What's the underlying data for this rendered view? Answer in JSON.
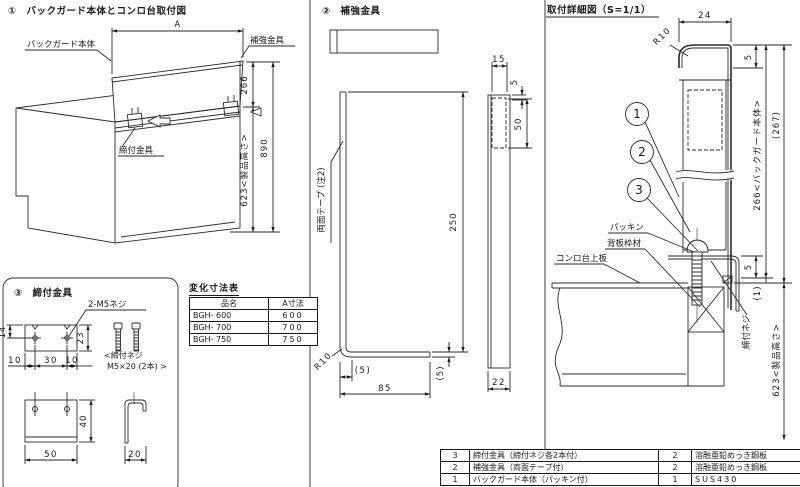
{
  "s1": {
    "title": "①　バックガード本体とコンロ台取付図",
    "backguard": "バックガード本体",
    "reinforce": "補強金具",
    "clamp": "締付金具",
    "dim_a": "A",
    "dim_266": "266",
    "dim_623": "623<製品高さ>",
    "dim_890": "890"
  },
  "s2": {
    "title": "②　補強金具",
    "tape": "両面テープ (注2)",
    "dim_250": "250",
    "dim_15": "15",
    "dim_5": "5",
    "dim_50": "50",
    "dim_22": "22",
    "dim_85": "85",
    "dim_5p1": "(5)",
    "dim_5p2": "(5)",
    "r10": "R10"
  },
  "s3": {
    "title": "③　締付金具",
    "holes": "2-M5ネジ",
    "screw_note1": "<締付ネジ",
    "screw_note2": "M5×20 (2本) >",
    "dim_14": "14",
    "dim_23": "23",
    "dim_10a": "10",
    "dim_30": "30",
    "dim_10b": "10",
    "dim_40": "40",
    "dim_50": "50",
    "dim_20": "20"
  },
  "detail": {
    "title": "取付詳細図（S=1/1）",
    "packing": "パッキン",
    "frame": "背板枠材",
    "counter": "コンロ台上板",
    "screw": "締付ネジ",
    "balloon1": "1",
    "balloon2": "2",
    "balloon3": "3",
    "dim_24": "24",
    "r10": "R10",
    "dim_5top": "5",
    "dim_266": "266<バックガード本体>",
    "dim_267": "(267)",
    "dim_5bot": "5",
    "dim_1": "(1)",
    "dim_623": "623<製品高さ>"
  },
  "dim_table": {
    "title": "変化寸法表",
    "headers": [
      "品名",
      "A寸法"
    ],
    "rows": [
      [
        "BGH- 600",
        "600"
      ],
      [
        "BGH- 700",
        "700"
      ],
      [
        "BGH- 750",
        "750"
      ]
    ]
  },
  "parts_table": {
    "rows": [
      {
        "no": "3",
        "name": "締付金具（締付ネジ各2本付）",
        "qty": "2",
        "material": "溶融亜鉛めっき鋼板"
      },
      {
        "no": "2",
        "name": "補強金具（両面テープ付）",
        "qty": "2",
        "material": "溶融亜鉛めっき鋼板"
      },
      {
        "no": "1",
        "name": "バックガード本体（パッキン付）",
        "qty": "1",
        "material": "SUS430"
      }
    ]
  }
}
